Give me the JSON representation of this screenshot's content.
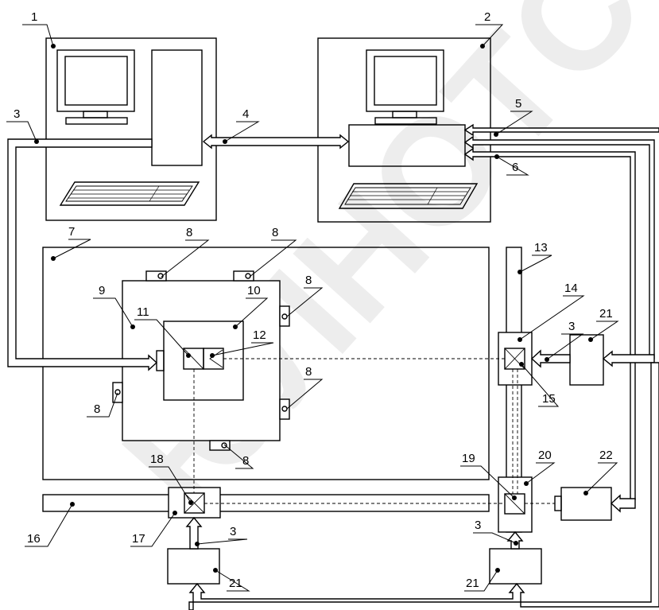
{
  "diagram": {
    "watermark": "ЮЛНОТС",
    "labels": {
      "l1": "1",
      "l2": "2",
      "l3a": "3",
      "l4": "4",
      "l5": "5",
      "l6": "6",
      "l7": "7",
      "l8a": "8",
      "l8b": "8",
      "l8c": "8",
      "l8d": "8",
      "l8e": "8",
      "l8f": "8",
      "l9": "9",
      "l10": "10",
      "l11": "11",
      "l12": "12",
      "l13": "13",
      "l14": "14",
      "l3b": "3",
      "l21a": "21",
      "l15": "15",
      "l18": "18",
      "l19": "19",
      "l20": "20",
      "l22": "22",
      "l16": "16",
      "l17": "17",
      "l3c": "3",
      "l3d": "3",
      "l21b": "21",
      "l21c": "21"
    }
  }
}
